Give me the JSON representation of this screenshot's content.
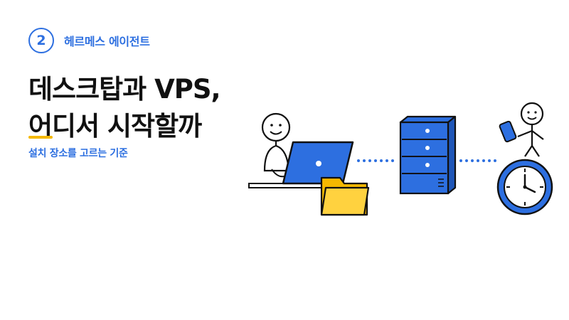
{
  "header": {
    "badge_number": "2",
    "series_label": "헤르메스 에이전트"
  },
  "title": {
    "line1": "데스크탑과 VPS,",
    "line2": "어디서 시작할까"
  },
  "subtitle": "설치 장소를 고르는 기준",
  "colors": {
    "accent_blue": "#2d6fe0",
    "accent_yellow": "#f5b800",
    "text_dark": "#111111"
  },
  "illustration": {
    "icons": [
      "person-at-laptop-icon",
      "laptop-icon",
      "folder-icon",
      "server-icon",
      "person-with-phone-icon",
      "clock-icon"
    ]
  }
}
